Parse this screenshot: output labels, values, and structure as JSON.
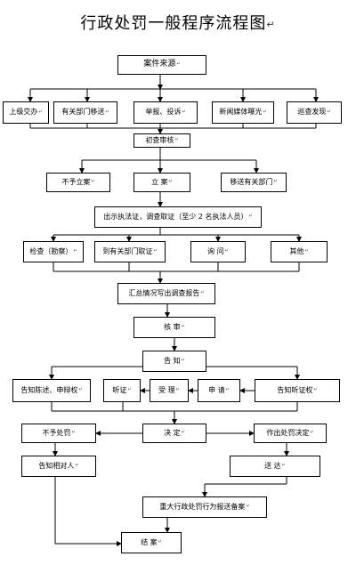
{
  "title": "行政处罚一般程序流程图",
  "para_mark": "↵",
  "box_mark": "↵",
  "nodes": {
    "case_source": "案件来源",
    "superior_referral": "上级交办",
    "dept_referral": "有关部门移送",
    "report_complaint": "举报、投诉",
    "media_exposure": "新闻媒体曝光",
    "inspection_found": "巡查发现",
    "initial_review": "初查审核",
    "not_filed": "不予立案",
    "filed": "立    案",
    "transfer_dept": "移送有关部门",
    "show_cert": "出示执法证，调查取证（至少 2 名执法人员）",
    "inspection": "检查（勘察）",
    "collect_evidence": "到有关部门取证",
    "inquiry": "询    问",
    "other": "其他",
    "summary_report": "汇总情况写出调查报告",
    "verify": "核    审",
    "notify": "告    知",
    "notify_defense": "告知陈述、申辩权",
    "hearing": "听证",
    "accept": "受    理",
    "apply": "申    请",
    "notify_hearing": "告知听证权",
    "no_penalty": "不予处罚",
    "decide": "决        定",
    "make_decision": "作出处罚决定",
    "notify_party": "告知相对人",
    "deliver": "送    达",
    "major_filing": "重大行政处罚行为报送备案",
    "close_case": "结    案"
  }
}
